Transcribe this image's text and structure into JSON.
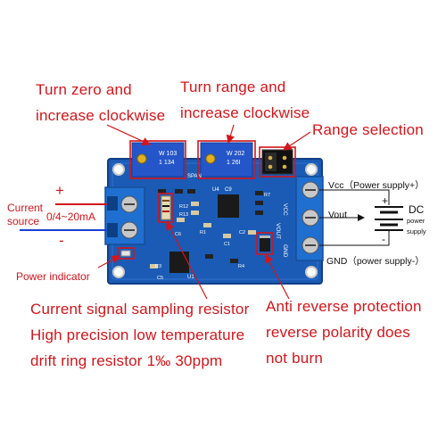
{
  "labels": {
    "zero_line1": "Turn zero and",
    "zero_line2": "increase clockwise",
    "range_line1": "Turn range and",
    "range_line2": "increase clockwise",
    "range_selection": "Range selection",
    "current_source_1": "Current",
    "current_source_2": "source",
    "current_range": "0/4~20mA",
    "plus": "+",
    "minus": "-",
    "power_indicator": "Power indicator",
    "vcc": "Vcc（Power supply+）",
    "vout": "Vout",
    "gnd": "GND（power supply-）",
    "dc": "DC",
    "dc_sub1": "power",
    "dc_sub2": "supply",
    "batt_plus": "+",
    "batt_minus": "-",
    "sampling_line1": "Current signal sampling resistor",
    "sampling_line2": "High precision low temperature",
    "sampling_line3": "drift ring resistor 1‰ 30ppm",
    "reverse_line1": "Anti reverse protection",
    "reverse_line2": "reverse polarity does",
    "reverse_line3": "not burn"
  },
  "board_silkscreen": {
    "pot1_code": "W 103",
    "pot1_sub": "1 134",
    "pot2_code": "W 202",
    "pot2_sub": "1 26I",
    "vcc": "VCC",
    "vout": "VOUT",
    "gnd": "GND",
    "u4": "U4",
    "r1": "R1",
    "r3": "R3",
    "r4": "R4",
    "r7": "R7",
    "r12": "R12",
    "r13": "R13",
    "c1": "C1",
    "c2": "C2",
    "c5": "C5",
    "c6": "C6",
    "c9": "C9",
    "u1": "U1",
    "span": "SPAN"
  },
  "colors": {
    "annotation": "#d3151b",
    "board": "#1b5bb5",
    "board_dark": "#0f3f86",
    "terminal": "#1f6fd1",
    "pot": "#2556c9",
    "knob": "#e0b020",
    "plus_wire": "#d3151b",
    "minus_wire": "#1b3fd0"
  }
}
